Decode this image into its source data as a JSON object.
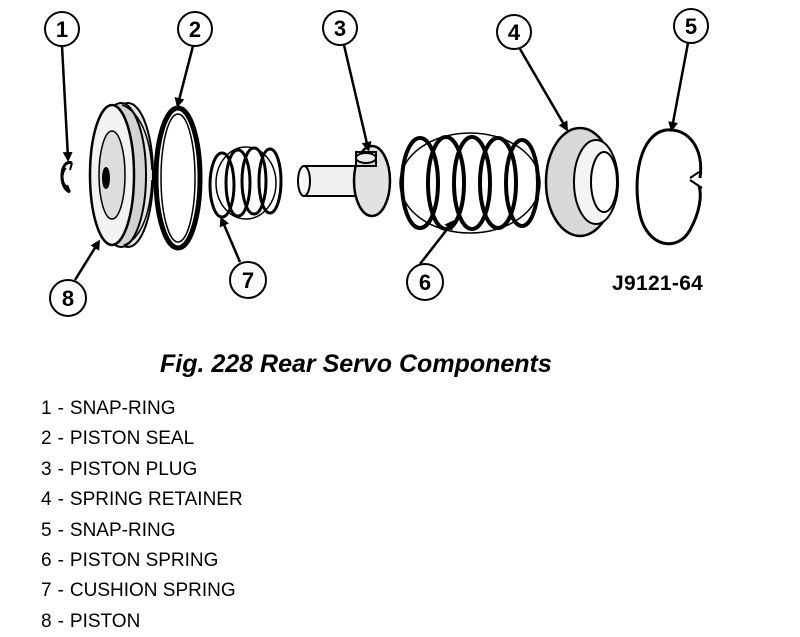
{
  "figure": {
    "code": "J9121-64",
    "caption": "Fig. 228 Rear Servo Components"
  },
  "callouts": [
    "1",
    "2",
    "3",
    "4",
    "5",
    "6",
    "7",
    "8"
  ],
  "legend": [
    {
      "num": "1",
      "label": "SNAP-RING"
    },
    {
      "num": "2",
      "label": "PISTON SEAL"
    },
    {
      "num": "3",
      "label": "PISTON PLUG"
    },
    {
      "num": "4",
      "label": "SPRING RETAINER"
    },
    {
      "num": "5",
      "label": "SNAP-RING"
    },
    {
      "num": "6",
      "label": "PISTON SPRING"
    },
    {
      "num": "7",
      "label": "CUSHION SPRING"
    },
    {
      "num": "8",
      "label": "PISTON"
    }
  ]
}
